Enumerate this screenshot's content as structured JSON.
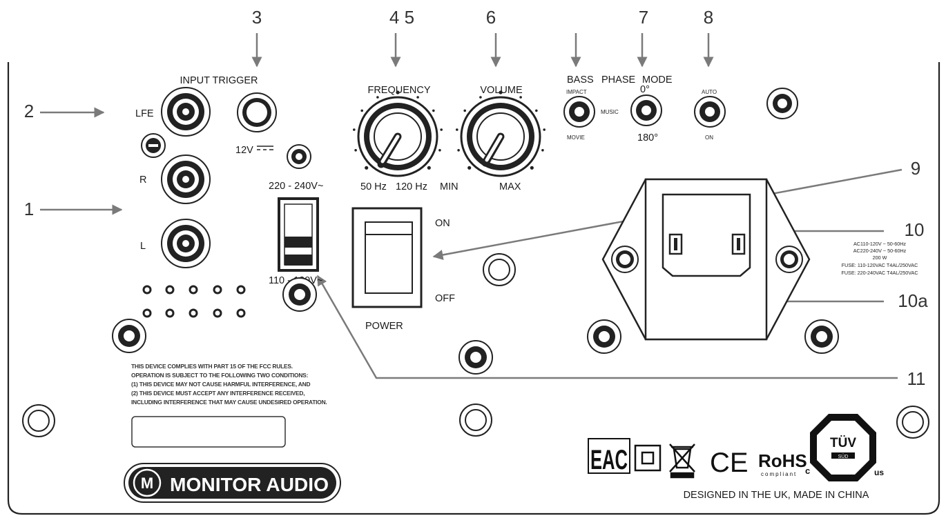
{
  "callouts": {
    "c1": "1",
    "c2": "2",
    "c3": "3",
    "c45": "4 5",
    "c6": "6",
    "c7": "7",
    "c8": "8",
    "c9": "9",
    "c10": "10",
    "c10a": "10a",
    "c11": "11"
  },
  "labels": {
    "input_trigger": "INPUT TRIGGER",
    "lfe": "LFE",
    "r": "R",
    "l": "L",
    "trigger_12v": "12V",
    "voltage_high": "220 - 240V~",
    "voltage_low": "110 - 120V~",
    "frequency": "FREQUENCY",
    "freq_min": "50 Hz",
    "freq_max": "120 Hz",
    "volume": "VOLUME",
    "vol_min": "MIN",
    "vol_max": "MAX",
    "bass": "BASS",
    "phase": "PHASE",
    "mode": "MODE",
    "impact": "IMPACT",
    "music": "MUSIC",
    "movie": "MOVIE",
    "phase_0": "0°",
    "phase_180": "180°",
    "auto": "AUTO",
    "on_small": "ON",
    "power_on": "ON",
    "power_off": "OFF",
    "power": "POWER"
  },
  "spec_lines": [
    "AC110-120V ~ 50-60Hz",
    "AC220-240V ~ 50-60Hz",
    "200 W",
    "FUSE: 110-120VAC T4AL/250VAC",
    "FUSE: 220-240VAC T4AL/250VAC"
  ],
  "fcc_lines": [
    "THIS DEVICE COMPLIES WITH PART 15 OF THE FCC RULES.",
    "OPERATION IS SUBJECT TO THE FOLLOWING TWO CONDITIONS:",
    "(1) THIS DEVICE MAY NOT CAUSE HARMFUL INTERFERENCE, AND",
    "(2) THIS DEVICE MUST ACCEPT ANY INTERFERENCE RECEIVED,",
    "INCLUDING INTERFERENCE THAT MAY CAUSE UNDESIRED OPERATION."
  ],
  "brand": "MONITOR AUDIO",
  "brand_mark": "M",
  "cert": {
    "eac": "EAC",
    "ce": "CE",
    "rohs": "RoHS",
    "rohs_sub": "compliant",
    "tuv": "TÜV",
    "tuv_sud": "SÜD",
    "tuv_c": "c",
    "tuv_us": "us"
  },
  "origin": "DESIGNED IN THE UK, MADE IN CHINA"
}
